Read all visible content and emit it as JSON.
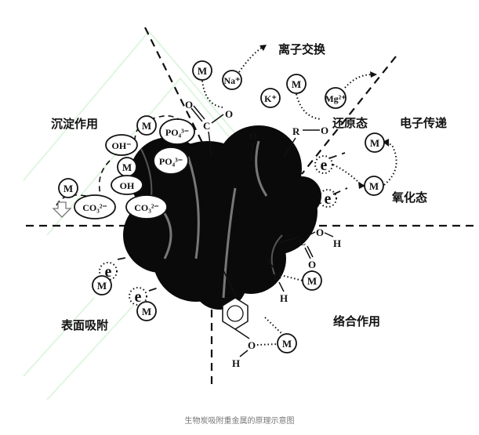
{
  "labels": {
    "ion_exchange": "离子交换",
    "precipitation": "沉淀作用",
    "reduced_state": "还原态",
    "electron_transfer": "电子传递",
    "oxidized_state": "氧化态",
    "surface_adsorption": "表面吸附",
    "complexation": "络合作用"
  },
  "species": {
    "metal": "M",
    "sodium": "Na⁺",
    "potassium": "K⁺",
    "magnesium": "Mg²⁺",
    "phosphate": "PO₄³⁻",
    "hydroxide": "OH⁻",
    "hydroxyl": "OH",
    "carbonate": "CO₃²⁻",
    "electron": "e",
    "oxygen": "O",
    "carbon": "C",
    "hydrogen": "H",
    "r_group": "R"
  },
  "caption": "生物炭吸附重金属的原理示意图",
  "colors": {
    "ink": "#111111",
    "caption": "#777777",
    "watermark": "#d8f5d8"
  }
}
